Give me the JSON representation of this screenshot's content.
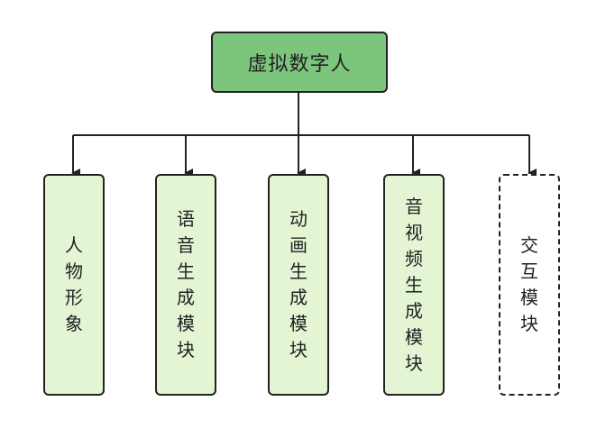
{
  "diagram": {
    "root": {
      "label": "虚拟数字人"
    },
    "children": [
      {
        "label": "人物形象",
        "style": "solid"
      },
      {
        "label": "语音生成模块",
        "style": "solid"
      },
      {
        "label": "动画生成模块",
        "style": "solid"
      },
      {
        "label": "音视频生成模块",
        "style": "solid"
      },
      {
        "label": "交互模块",
        "style": "dashed"
      }
    ],
    "colors": {
      "root_fill": "#7cc57c",
      "child_fill": "#e4f5d4",
      "stroke": "#222222"
    }
  }
}
